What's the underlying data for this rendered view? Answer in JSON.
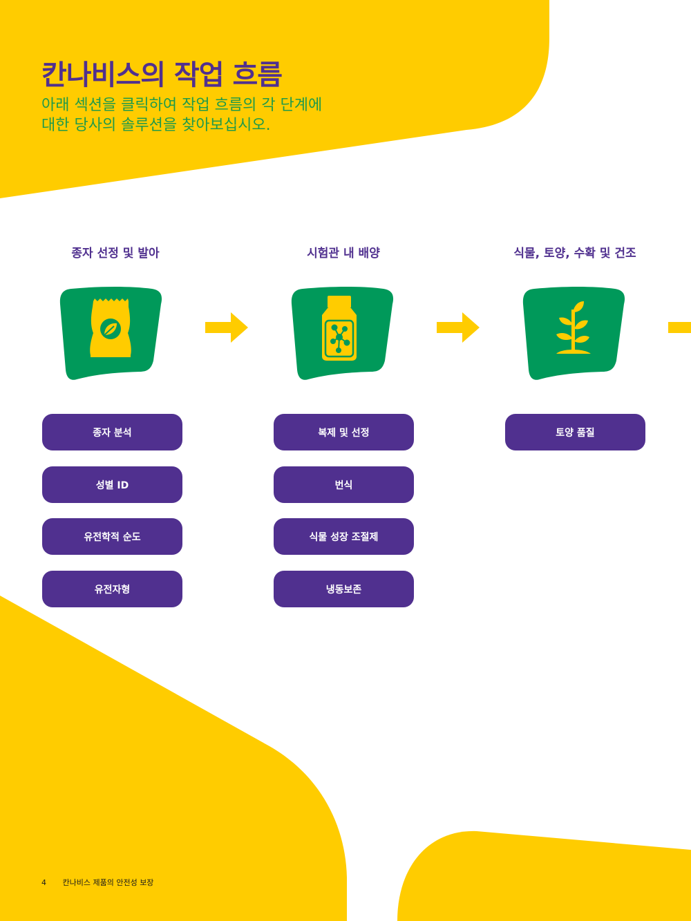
{
  "page": {
    "title": "칸나비스의 작업 흐름",
    "intro_lines": [
      "아래 섹션을 클릭하여 작업 흐름의 각 단계에",
      "대한 당사의 솔루션을 찾아보십시오."
    ]
  },
  "stages": [
    {
      "title": "종자 선정 및 발아",
      "icon": "seed-bag-icon",
      "items": [
        "종자 분석",
        "성별 ID",
        "유전학적 순도",
        "유전자형"
      ]
    },
    {
      "title": "시험관 내 배양",
      "icon": "culture-bottle-icon",
      "items": [
        "복제 및 선정",
        "번식",
        "식물 성장 조절제",
        "냉동보존"
      ]
    },
    {
      "title": "식물, 토양, 수확 및 건조",
      "icon": "sprout-icon",
      "items": [
        "토양 품질"
      ]
    }
  ],
  "footer": {
    "page_number": "4",
    "text": "칸나비스 제품의 안전성 보장"
  },
  "colors": {
    "yellow": "#ffcc00",
    "purple": "#50308f",
    "green": "#00995a",
    "intro_green": "#1f9a4a"
  }
}
